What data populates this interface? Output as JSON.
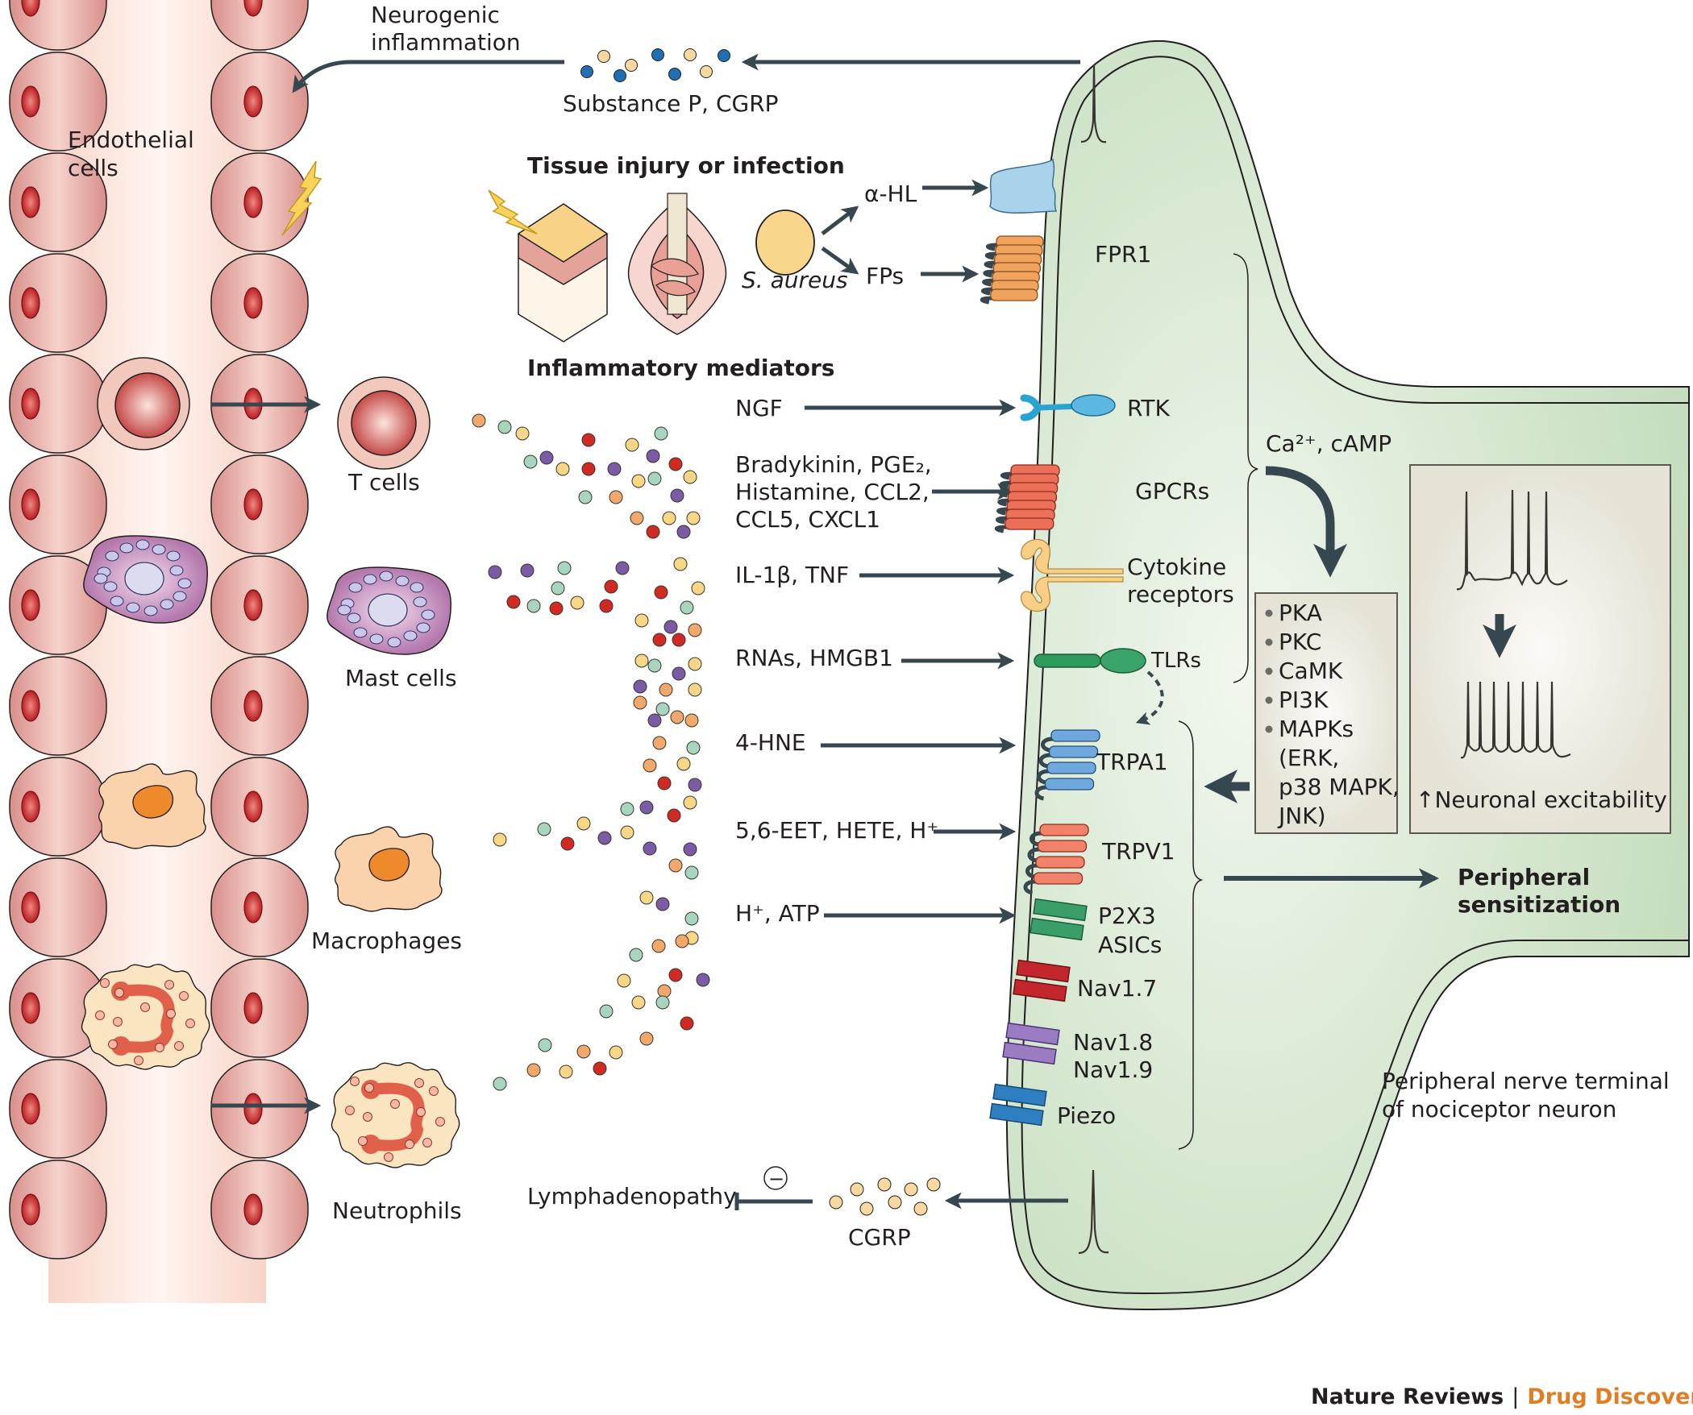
{
  "figure": {
    "publisher": "Nature Reviews",
    "separator": "|",
    "journal": "Drug Discovery",
    "colors": {
      "arrow": "#37474f",
      "nerve_fill": "#c9dfc3",
      "vessel_cell": "#e3a9a2",
      "nucleus": "#c2272d",
      "journal": "#e07e26",
      "dot_red": "#d12a22",
      "dot_purple": "#7b5aa6",
      "dot_green": "#a8d5bd",
      "dot_yellow": "#f7d686",
      "dot_orange": "#f2a86a",
      "substance_p": "#1f6fb2",
      "cgrp": "#f7d9a0"
    }
  },
  "vessel": {
    "label_line1": "Endothelial",
    "label_line2": "cells"
  },
  "neurogenic": {
    "label_line1": "Neurogenic",
    "label_line2": "inflammation",
    "release_label": "Substance P, CGRP"
  },
  "injury": {
    "heading": "Tissue injury or infection",
    "bacterium": "S. aureus",
    "toxin": "α-HL",
    "peptides": "FPs",
    "receptor": "FPR1"
  },
  "mediators": {
    "heading": "Inflammatory mediators",
    "rows": [
      {
        "ligand": [
          "NGF"
        ],
        "receptor": [
          "RTK"
        ]
      },
      {
        "ligand": [
          "Bradykinin, PGE₂,",
          "Histamine, CCL2,",
          "CCL5, CXCL1"
        ],
        "receptor": [
          "GPCRs"
        ]
      },
      {
        "ligand": [
          "IL-1β, TNF"
        ],
        "receptor": [
          "Cytokine",
          "receptors"
        ]
      },
      {
        "ligand": [
          "RNAs, HMGB1"
        ],
        "receptor": [
          "TLRs"
        ]
      },
      {
        "ligand": [
          "4-HNE"
        ],
        "receptor": [
          "TRPA1"
        ]
      },
      {
        "ligand": [
          "5,6-EET, HETE, H⁺"
        ],
        "receptor": [
          "TRPV1"
        ]
      },
      {
        "ligand": [
          "H⁺, ATP"
        ],
        "receptor": [
          "P2X3",
          "ASICs"
        ]
      }
    ],
    "channels": [
      "Nav1.7",
      "Nav1.8",
      "Nav1.9",
      "Piezo"
    ]
  },
  "immune_cells": {
    "t_cells": "T cells",
    "mast_cells": "Mast cells",
    "macrophages": "Macrophages",
    "neutrophils": "Neutrophils"
  },
  "signaling": {
    "second_messengers": "Ca²⁺, cAMP",
    "kinases": [
      "PKA",
      "PKC",
      "CaMK",
      "PI3K",
      "MAPKs"
    ],
    "mapk_detail": [
      "(ERK,",
      "p38 MAPK,",
      "JNK)"
    ],
    "excitability": "↑Neuronal excitability",
    "outcome_line1": "Peripheral",
    "outcome_line2": "sensitization"
  },
  "nerve": {
    "label_line1": "Peripheral nerve terminal",
    "label_line2": "of nociceptor neuron"
  },
  "bottom": {
    "effect": "Lymphadenopathy",
    "inhibit_symbol": "−",
    "release_label": "CGRP"
  }
}
